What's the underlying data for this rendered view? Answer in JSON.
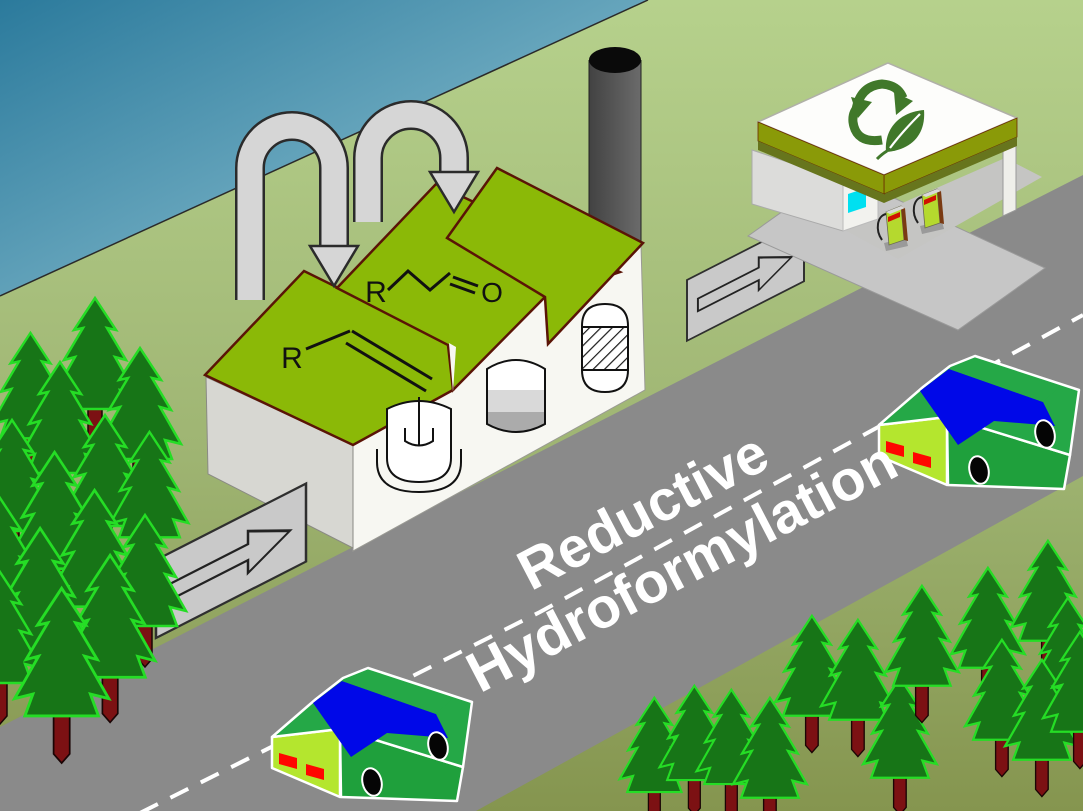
{
  "scene": {
    "description": "Graphical abstract: reductive hydroformylation converts alkenes to products in a green chemical plant powering a sustainable fuel station",
    "road_label": {
      "line1": "Reductive",
      "line2": "Hydroformylation"
    },
    "factory": {
      "alkene": {
        "r": "R",
        "description": "terminal alkene feedstock drawn on first roof"
      },
      "aldehyde": {
        "r": "R",
        "o": "O",
        "description": "aldehyde product drawn on second roof"
      }
    },
    "icons": {
      "recycle": "recycle-arrows-icon",
      "leaf": "leaf-icon",
      "loop_arrow": "u-turn-arrow-icon",
      "flow_arrow": "flat-arrow-icon",
      "reactor": "stirred-tank-reactor-icon",
      "tank": "storage-tank-icon",
      "column": "packed-column-icon"
    },
    "colors": {
      "water_dark": "#2B7A9C",
      "water_light": "#96C8D6",
      "grass_top": "#B6D18C",
      "grass_bottom": "#85954F",
      "road": "#8A8A8A",
      "road_line": "#FFFFFF",
      "roof_green": "#8BB907",
      "roof_edge": "#5A1406",
      "wall_white": "#F7F7F2",
      "wall_gray": "#D7D7D2",
      "arrow_gray": "#D6D6D6",
      "plate_gray": "#C9C9C9",
      "chimney_dark": "#424242",
      "chimney_light": "#6B6B6B",
      "tree_fill": "#177517",
      "tree_outline": "#25DD25",
      "trunk": "#7C1113",
      "car_body": "#25A847",
      "car_side": "#1FA03C",
      "car_rear": "#B4E62E",
      "car_glass": "#0008E8",
      "car_light": "#FF0600",
      "station_band": "#8A9A08",
      "station_band_dark": "#67751D",
      "pump_body": "#B5D92E",
      "window_cyan": "#00E0F0",
      "recycle_green": "#40782A"
    }
  }
}
